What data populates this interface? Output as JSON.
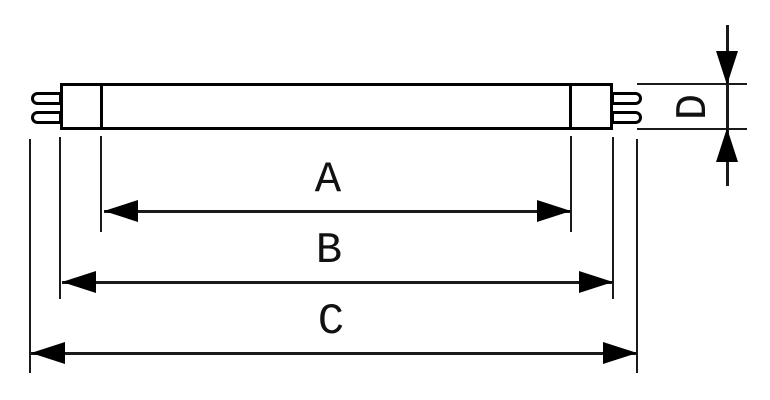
{
  "diagram": {
    "kind": "lamp-dimensional-drawing"
  },
  "dimensions": {
    "a": {
      "label": "A"
    },
    "b": {
      "label": "B"
    },
    "c": {
      "label": "C"
    },
    "d": {
      "label": "D"
    }
  },
  "colors": {
    "line": "#000000",
    "background": "#ffffff",
    "label_text": "#111111"
  }
}
